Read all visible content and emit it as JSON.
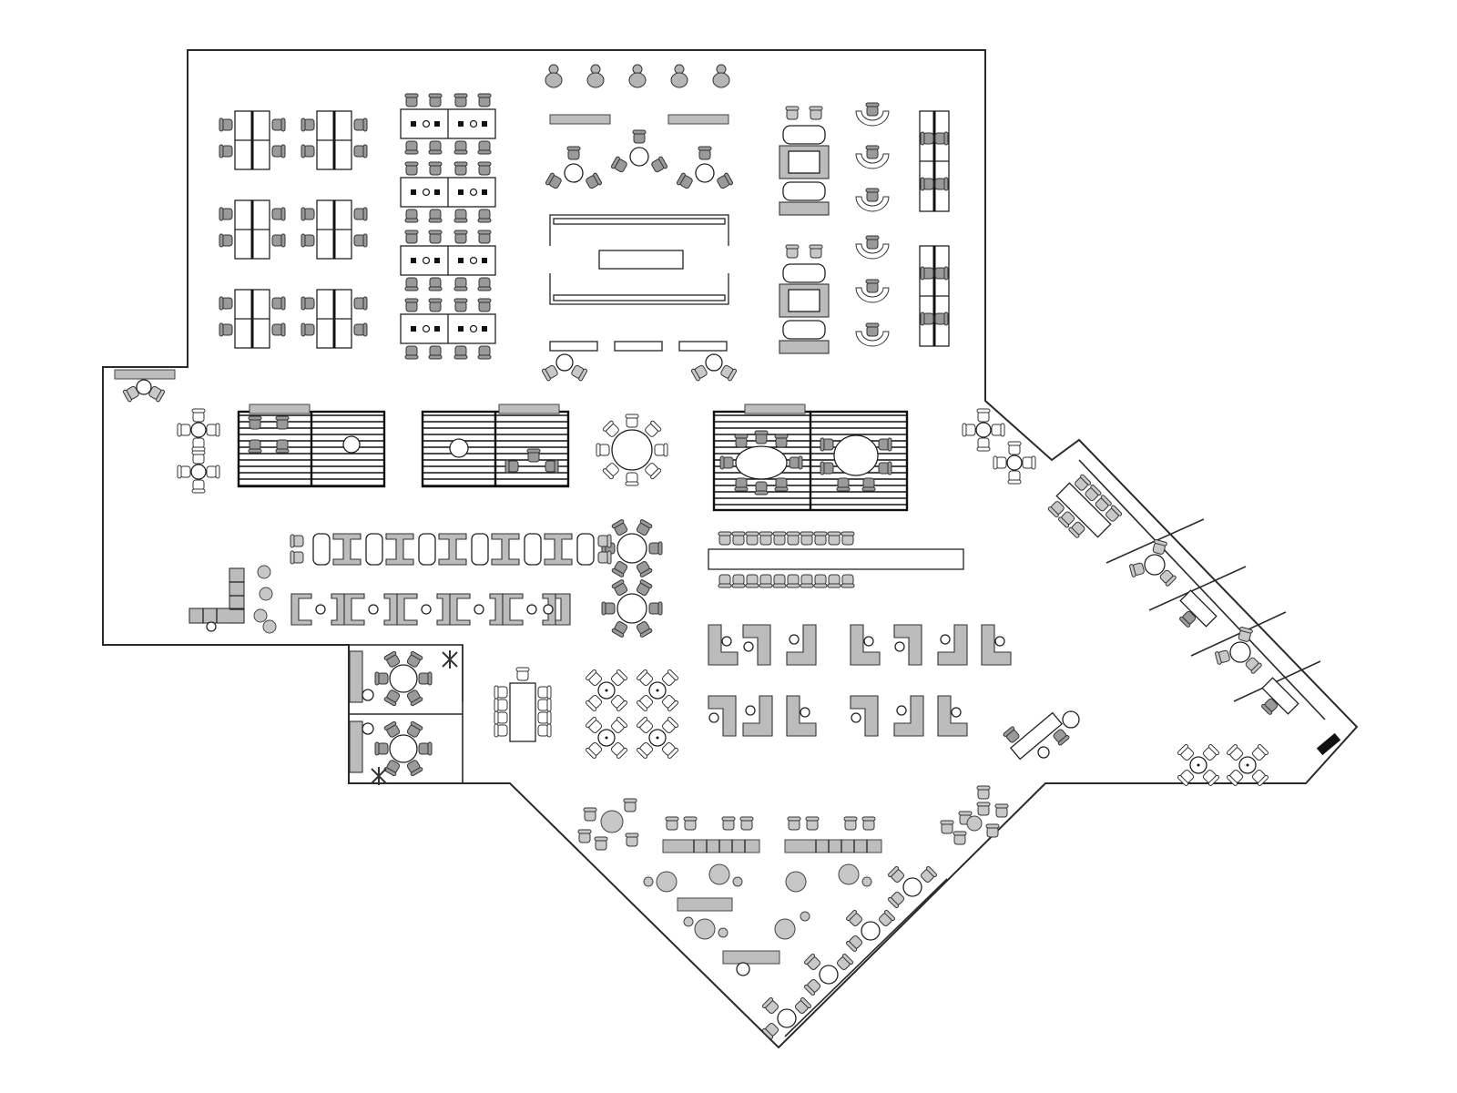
{
  "floor_plan": {
    "zones": [
      {
        "id": "bench-desks"
      },
      {
        "id": "team-tables"
      },
      {
        "id": "town-hall"
      },
      {
        "id": "lounge-booths"
      },
      {
        "id": "focus-pods"
      },
      {
        "id": "breakout-area"
      },
      {
        "id": "private-offices"
      },
      {
        "id": "cafe-seating"
      }
    ],
    "palette": {
      "wall": "#2a2a2a",
      "furniture_fill": "#ffffff",
      "upholstery": "#9a9a9a",
      "soft_seating": "#bcbcbc",
      "pod_slats": "#111111"
    },
    "icons": [
      "chair-icon",
      "stool-icon",
      "table-icon",
      "sofa-icon",
      "plant-icon",
      "person-icon"
    ]
  }
}
